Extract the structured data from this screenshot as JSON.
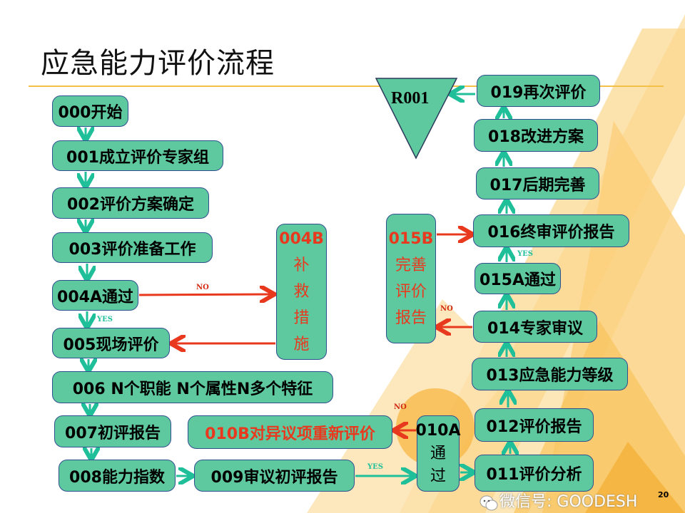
{
  "title": "应急能力评价流程",
  "nodes": {
    "n000": "000开始",
    "n001": "001成立评价专家组",
    "n002": "002评价方案确定",
    "n003": "003评价准备工作",
    "n004a": "004A通过",
    "n004b": [
      "004B",
      "补",
      "救",
      "措",
      "施"
    ],
    "n005": "005现场评价",
    "n006": "006 N个职能 N个属性N多个特征",
    "n007": "007初评报告",
    "n008": "008能力指数",
    "n009": "009审议初评报告",
    "n010a": [
      "010A",
      "通",
      "过"
    ],
    "n010b": "010B对异议项重新评价",
    "n011": "011评价分析",
    "n012": "012评价报告",
    "n013": "013应急能力等级",
    "n014": "014专家审议",
    "n015a": "015A通过",
    "n015b": [
      "015B",
      "完善",
      "评价",
      "报告"
    ],
    "n016": "016终审评价报告",
    "n017": "017后期完善",
    "n018": "018改进方案",
    "n019": "019再次评价",
    "r001": "R001"
  },
  "labels": {
    "no": "NO",
    "yes": "YES"
  },
  "watermark": "微信号: GOODESH",
  "page_number": "20",
  "colors": {
    "box": "#5ec99f",
    "border": "#2f4f8f",
    "arrow_green": "#1fbf9a",
    "arrow_red": "#e8391e",
    "rule": "#f3c04a"
  }
}
